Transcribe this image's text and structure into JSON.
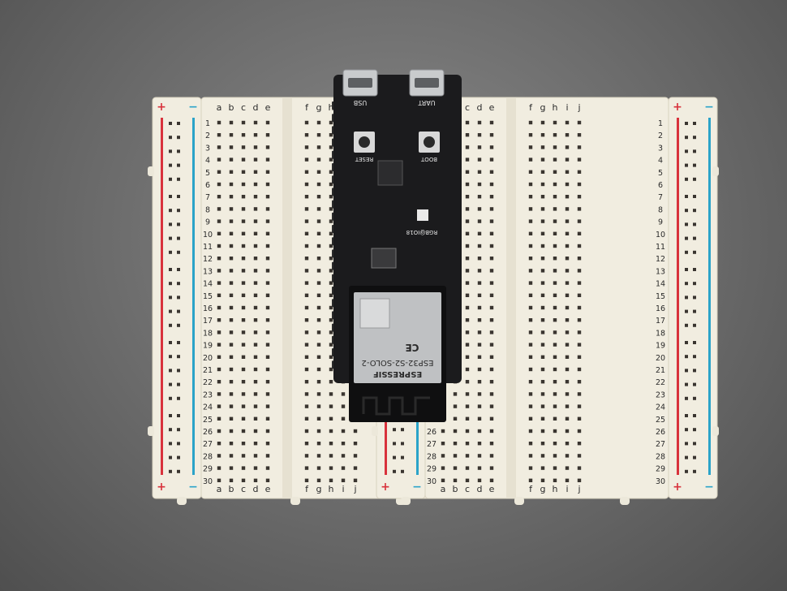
{
  "breadboard": {
    "row_count": 30,
    "left_columns": [
      "a",
      "b",
      "c",
      "d",
      "e"
    ],
    "right_columns": [
      "f",
      "g",
      "h",
      "i",
      "j"
    ],
    "rail_plus": "+",
    "rail_minus": "−",
    "colors": {
      "plus_stripe": "#d8323c",
      "minus_stripe": "#2aa3c9",
      "body": "#f1ede0",
      "hole": "#3a3530"
    }
  },
  "devboard": {
    "colors": {
      "pcb": "#1b1b1d",
      "module": "#0f0f10",
      "shield": "#bfc1c3"
    },
    "silkscreen": {
      "usb": "USB",
      "uart": "UART",
      "reset": "RESET",
      "boot": "BOOT",
      "rgb": "RGB@IO18",
      "module_name": "ESP32-S2-SOLO-2",
      "brand": "ESPRESSIF",
      "ce": "CE"
    }
  }
}
